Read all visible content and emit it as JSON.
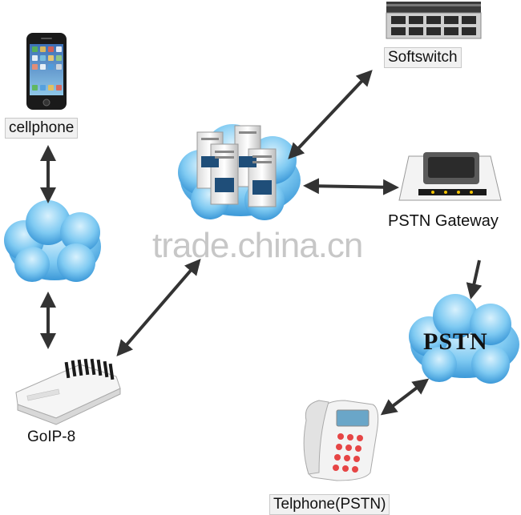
{
  "nodes": {
    "cellphone": {
      "label": "cellphone"
    },
    "softswitch": {
      "label": "Softswitch"
    },
    "pstn_gateway": {
      "label": "PSTN Gateway"
    },
    "goip": {
      "label": "GoIP-8"
    },
    "telephone": {
      "label": "Telphone(PSTN)"
    },
    "pstn_cloud": {
      "label": "PSTN"
    }
  },
  "watermark": "trade.china.cn",
  "colors": {
    "cloud_light": "#bfe6fb",
    "cloud_mid": "#5cbbee",
    "cloud_dark": "#2f8fd3",
    "arrow": "#333333"
  }
}
